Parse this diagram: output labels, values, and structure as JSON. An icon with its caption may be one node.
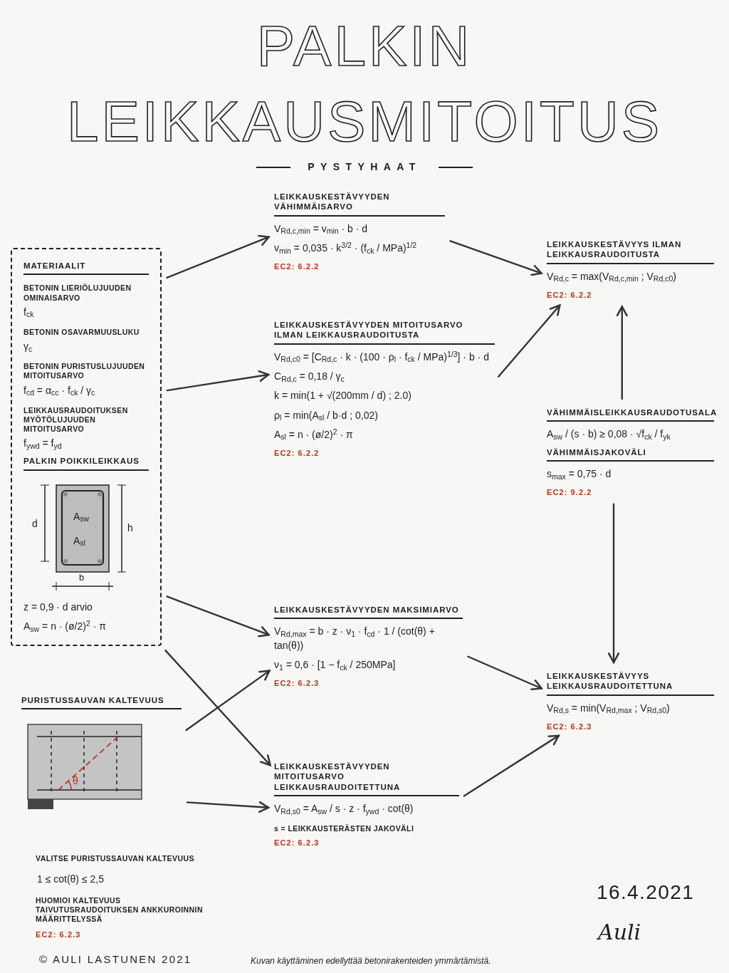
{
  "diagram": {
    "title": "PALKIN LEIKKAUSMITOITUS",
    "nodes": [
      {
        "text": [
          "MATERIAALIT",
          "BETONIN LIERIÖLUJUUDEN OMINAISARVO",
          "f$_{ck}$",
          "BETONIN OSAVARMUUSLUKU",
          "γ$_{c}$",
          "BETONIN PURISTUSLUJUUDEN MITOITUSARVO",
          "f$_{cd}$ = α$_{cc}$ · f$_{ck}$ / γ$_{c}$",
          "LEIKKAUSRAUDOITUKSEN MYÖTÖLUJUUDEN MITOITUSARVO",
          "f$_{ywd}$ = f$_{yd}$",
          "PALKIN POIKKILEIKKAUS",
          "z = 0,9 · d arvio",
          "A$_{sw}$ = n · (ø/2)$^{2}$ · π"
        ]
      },
      {
        "text": [
          "PURISTUSSAUVAN KALTEVUUS"
        ]
      },
      {
        "text": [
          "LEIKKAUSKESTÄVYYDEN VÄHIMMÄISARVO",
          "V$_{Rd,c,min}$ = v$_{min}$ · b · d",
          "v$_{min}$ = 0,035 · k$^{3/2}$ · (f$_{ck}$ / MPa)$^{1/2}$",
          "EC2: 6.2.2"
        ]
      },
      {
        "text": [
          "LEIKKAUSKESTÄVYYDEN MITOITUSARVO ILMAN LEIKKAUSRAUDOITUSTA",
          "V$_{Rd,c0}$ = [C$_{Rd,c}$ · k · (100 · ρ$_{l}$ · f$_{ck}$ / MPa)$^{1/3}$] · b · d",
          "C$_{Rd,c}$ = 0,18 / γ$_{c}$",
          "k = min(1 + √(200mm / d) ; 2.0)",
          "ρ$_{l}$ = min(A$_{sl}$ / b·d ; 0,02)",
          "A$_{sl}$ = n · (ø/2)$^{2}$ · π",
          "EC2: 6.2.2"
        ]
      },
      {
        "text": [
          "LEIKKAUSKESTÄVYYDEN MAKSIMIARVO",
          "V$_{Rd,max}$ = b · z · ν$_{1}$ · f$_{cd}$ · 1 / (cot(θ) + tan(θ))",
          "ν$_{1}$ = 0,6 · [1 − f$_{ck}$ / 250MPa]",
          "EC2: 6.2.3"
        ]
      },
      {
        "text": [
          "LEIKKAUSKESTÄVYYDEN MITOITUSARVO LEIKKAUSRAUDOITETTUNA",
          "V$_{Rd,s0}$ = A$_{sw}$ / s · z · f$_{ywd}$ · cot(θ)",
          "s = LEIKKAUSTERÄSTEN JAKOVÄLI",
          "EC2: 6.2.3"
        ]
      },
      {
        "text": [
          "LEIKKAUSKESTÄVYYS ILMAN LEIKKAUSRAUDOITUSTA",
          "V$_{Rd,c}$ = max(V$_{Rd,c,min}$ ; V$_{Rd,c0}$)",
          "EC2: 6.2.2"
        ]
      },
      {
        "text": [
          "VÄHIMMÄISLEIKKAUSRAUDOTUSALA",
          "A$_{sw}$ / (s · b) ≥ 0,08 · √f$_{ck}$ / f$_{yk}$",
          "VÄHIMMÄISJAKOVÄLI",
          "s$_{max}$ = 0,75 · d",
          "EC2: 9.2.2"
        ]
      },
      {
        "text": [
          "LEIKKAUSKESTÄVYYS LEIKKAUSRAUDOITETTUNA",
          "V$_{Rd,s}$ = min(V$_{Rd,max}$ ; V$_{Rd,s0}$)",
          "EC2: 6.2.3"
        ]
      }
    ],
    "edges": [
      {
        "from": 0,
        "to": 2,
        "arrow": "to"
      },
      {
        "from": 0,
        "to": 3,
        "arrow": "to"
      },
      {
        "from": 0,
        "to": 4,
        "arrow": "to"
      },
      {
        "from": 0,
        "to": 5,
        "arrow": "to"
      },
      {
        "from": 1,
        "to": 4,
        "arrow": "to"
      },
      {
        "from": 1,
        "to": 5,
        "arrow": "to"
      },
      {
        "from": 2,
        "to": 6,
        "arrow": "to"
      },
      {
        "from": 3,
        "to": 6,
        "arrow": "to"
      },
      {
        "from": 4,
        "to": 8,
        "arrow": "to"
      },
      {
        "from": 5,
        "to": 8,
        "arrow": "to"
      },
      {
        "from": 7,
        "to": 6,
        "arrow": "to"
      },
      {
        "from": 7,
        "to": 8,
        "arrow": "to"
      }
    ],
    "labels": [
      "PYSTYHAAT",
      "d",
      "h",
      "b",
      "A$_{sw}$",
      "A$_{sl}$",
      "θ",
      "VALITSE PURISTUSSAUVAN KALTEVUUS",
      "1 ≤ cot(θ) ≤ 2,5",
      "HUOMIOI KALTEVUUS TAIVUTUSRAUDOITUKSEN ANKKUROINNIN MÄÄRITTELYSSÄ",
      "EC2: 6.2.3",
      "16.4.2021",
      "Auli",
      "© AULI LASTUNEN 2021",
      "Kuvan käyttäminen edellyttää betonirakenteiden ymmärtämistä."
    ]
  }
}
